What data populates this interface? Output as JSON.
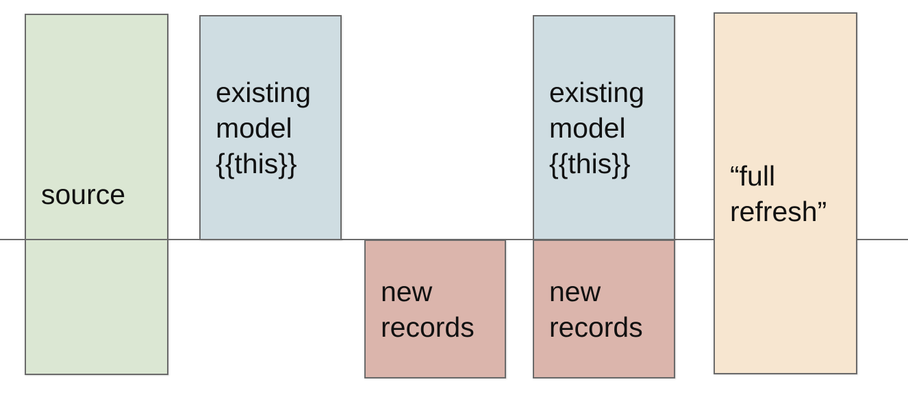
{
  "colors": {
    "background": "#ffffff",
    "border": "#6a6a6a",
    "line": "#6a6a6a",
    "text": "#111111",
    "green_fill": "#dbe7d3",
    "blue_fill": "#cfdde2",
    "red_fill": "#dbb5ac",
    "orange_fill": "#f7e6d0"
  },
  "boxes": {
    "source": {
      "label": "source",
      "fill": "#dbe7d3"
    },
    "existing_model_left": {
      "label": "existing\nmodel\n{{this}}",
      "fill": "#cfdde2"
    },
    "new_records_left": {
      "label": "new\nrecords",
      "fill": "#dbb5ac"
    },
    "existing_model_right": {
      "label": "existing\nmodel\n{{this}}",
      "fill": "#cfdde2"
    },
    "new_records_right": {
      "label": "new\nrecords",
      "fill": "#dbb5ac"
    },
    "full_refresh": {
      "label": "“full\nrefresh”",
      "fill": "#f7e6d0"
    }
  }
}
